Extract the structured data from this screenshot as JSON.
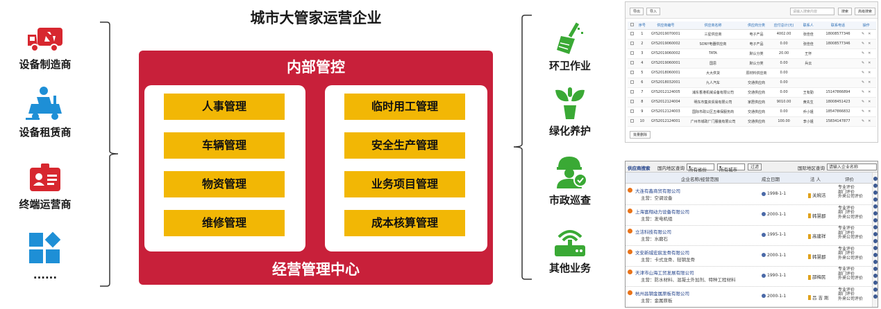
{
  "left": {
    "items": [
      {
        "label": "设备制造商",
        "icon": "garbage-truck-icon"
      },
      {
        "label": "设备租赁商",
        "icon": "sweeper-rider-icon"
      },
      {
        "label": "终端运营商",
        "icon": "id-badge-icon"
      },
      {
        "label": "......",
        "icon": "squares-diamond-icon"
      }
    ]
  },
  "center": {
    "page_title": "城市大管家运营企业",
    "inner_title": "内部管控",
    "bottom_title": "经营管理中心",
    "left_boxes": [
      "人事管理",
      "车辆管理",
      "物资管理",
      "维修管理"
    ],
    "right_boxes": [
      "临时用工管理",
      "安全生产管理",
      "业务项目管理",
      "成本核算管理"
    ]
  },
  "services": [
    {
      "label": "环卫作业",
      "icon": "broom-icon"
    },
    {
      "label": "绿化养护",
      "icon": "sprout-icon"
    },
    {
      "label": "市政巡查",
      "icon": "inspector-helmet-icon"
    },
    {
      "label": "其他业务",
      "icon": "wifi-router-icon"
    }
  ],
  "colors": {
    "red": "#c8203a",
    "yellow": "#f2b705",
    "green": "#3aa935",
    "red_icon": "#d7272f",
    "blue_icon": "#1e8fd6"
  },
  "table_screenshot": {
    "buttons": [
      "导出",
      "导入"
    ],
    "search_placeholder": "请输入搜索内容",
    "search_button": "搜索",
    "advanced_button": "高级搜索",
    "columns": [
      "",
      "序号",
      "供应商编号",
      "供应商名称",
      "供应商分类",
      "应付总计(元)",
      "联系人",
      "联系电话",
      "操作"
    ],
    "rows": [
      [
        "1",
        "GYS2019070001",
        "三星供应商",
        "电子产品",
        "4002.00",
        "张佳佳",
        "18008577346"
      ],
      [
        "2",
        "GYS2019060002",
        "SONY电器供应商",
        "电子产品",
        "0.00",
        "张佳佳",
        "18008577346"
      ],
      [
        "3",
        "GYS2019060002",
        "TATA",
        "默认分类",
        "20.00",
        "王怀",
        ""
      ],
      [
        "4",
        "GYS2019060001",
        "国思",
        "默认分类",
        "0.00",
        "兵云",
        ""
      ],
      [
        "5",
        "GYS2018060001",
        "大大供货",
        "原材料供应商",
        "0.00",
        "",
        ""
      ],
      [
        "6",
        "GYS2018032001",
        "九人汽车",
        "交通供应商",
        "0.00",
        "",
        ""
      ],
      [
        "7",
        "GYS2012124005",
        "浦东香港机械设备有限公司",
        "交通供应商",
        "0.00",
        "王有勤",
        "15147866894"
      ],
      [
        "8",
        "GYS2012124004",
        "明东市集资贸易有限公司",
        "家居供应商",
        "9010.00",
        "黄先生",
        "18008451423"
      ],
      [
        "9",
        "GYS2012124003",
        "国际市政公区五维保服务商",
        "交通供应商",
        "0.00",
        "乔小姐",
        "18547866832"
      ],
      [
        "10",
        "GYS2012124001",
        "广州市城政厂门服装有限公司",
        "交通供应商",
        "100.00",
        "李小姐",
        "15834147877"
      ]
    ],
    "footer_button": "批量删除"
  },
  "supplier_screenshot": {
    "title": "供应商搜索",
    "domestic_label": "国内地区查询",
    "province": "所有省份",
    "city": "所有城市",
    "filter_button": "过滤",
    "intl_label": "国际地区查询",
    "company_placeholder": "请输入企业名称",
    "headers": [
      "企业名称/经营范围",
      "成立日期",
      "法 人",
      "评价"
    ],
    "rows": [
      {
        "name": "大连有鑫商贸有限公司",
        "biz": "主营：空调设备",
        "date": "1998-1-1",
        "person": "关婉洁"
      },
      {
        "name": "上海富翔动力设备有限公司",
        "biz": "主营：发电机组",
        "date": "2000-1-1",
        "person": "韩慧郡"
      },
      {
        "name": "立洁科技有限公司",
        "biz": "主营：水磨石",
        "date": "1995-1-1",
        "person": "高建祥"
      },
      {
        "name": "文安新城宏宸龙骨有限公司",
        "biz": "主营：卡式龙骨、轻钢龙骨",
        "date": "2000-1-1",
        "person": "韩慧郡"
      },
      {
        "name": "天津市山海工贸发展有限公司",
        "biz": "主营：防水材料、混凝土外加剂、特种工程材料",
        "date": "1990-1-1",
        "person": "邵梅民"
      },
      {
        "name": "杭州昌钢金属原板有限公司",
        "biz": "主营：金属原板",
        "date": "2000-1-1",
        "person": "吕 吉 刚"
      }
    ],
    "eval_lines": [
      "专业评价",
      "部门评价",
      "外来公司评价"
    ]
  }
}
